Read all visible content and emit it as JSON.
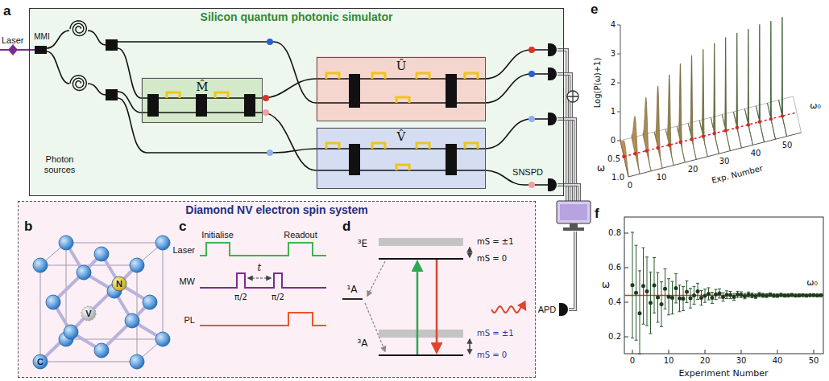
{
  "diagram": {
    "nodes": [
      {
        "text": [
          "Silicon quantum photonic simulator"
        ]
      },
      {
        "text": [
          "M̂"
        ],
        "in": 0
      },
      {
        "text": [
          "Û"
        ],
        "in": 0
      },
      {
        "text": [
          "V̂"
        ],
        "in": 0
      },
      {
        "text": [
          "Diamond NV electron spin system"
        ]
      }
    ],
    "labels": [
      "a",
      "Laser",
      "MMI",
      "Photon sources",
      "SNSPD",
      "b",
      "C",
      "V",
      "N",
      "c",
      "Initialise",
      "Readout",
      "Laser",
      "MW",
      "t",
      "π/2",
      "π/2",
      "PL",
      "d",
      "³E",
      "mS = ±1",
      "mS = 0",
      "¹A",
      "³A",
      "mS = ±1",
      "mS = 0",
      "APD",
      "e",
      "Log(P(ω)+1)",
      "4",
      "3",
      "2",
      "1",
      "0",
      "ω",
      "0.5",
      "1.0",
      "0",
      "10",
      "20",
      "30",
      "40",
      "50",
      "Exp. Number",
      "ω₀",
      "f",
      "0.8",
      "0.6",
      "0.4",
      "0.2",
      "ω",
      "0",
      "10",
      "20",
      "30",
      "40",
      "50",
      "Experiment Number",
      "ω₀"
    ]
  }
}
